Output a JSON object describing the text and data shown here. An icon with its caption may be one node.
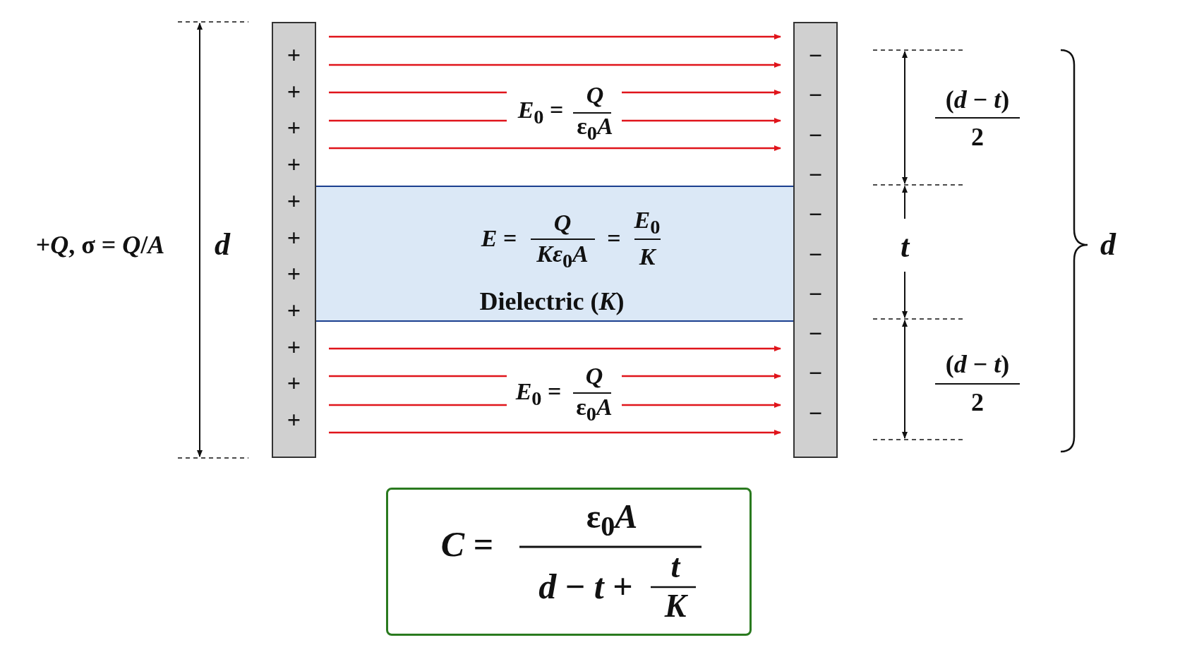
{
  "diagram": {
    "nodes": [
      {
        "text": [
          "+",
          "+",
          "+",
          "+",
          "+",
          "+",
          "+",
          "+",
          "+",
          "+",
          "+"
        ]
      },
      {
        "text": [
          "−",
          "−",
          "−",
          "−",
          "−",
          "−",
          "−",
          "−",
          "−",
          "−"
        ]
      },
      {
        "text": [
          "*E* =",
          "*Q*",
          "*Kε*$_{0}$*A*",
          "=",
          "*E*$_{0}$",
          "*K*",
          "Dielectric (*K*)"
        ]
      },
      {
        "text": [
          "*C* =",
          "ε$_{0}$*A*",
          "*d* − *t* +",
          "*t*",
          "*K*"
        ]
      }
    ],
    "labels": [
      "*E*$_{0}$ =",
      "*Q*",
      "ε$_{0}$*A*",
      "(*d* − *t*)",
      "2",
      "+*Q*, σ = *Q*/*A*",
      "*d*",
      "*t*",
      "*d*",
      "*E*$_{0}$ =",
      "*Q*",
      "ε$_{0}$*A*",
      "(*d* − *t*)",
      "2"
    ]
  }
}
